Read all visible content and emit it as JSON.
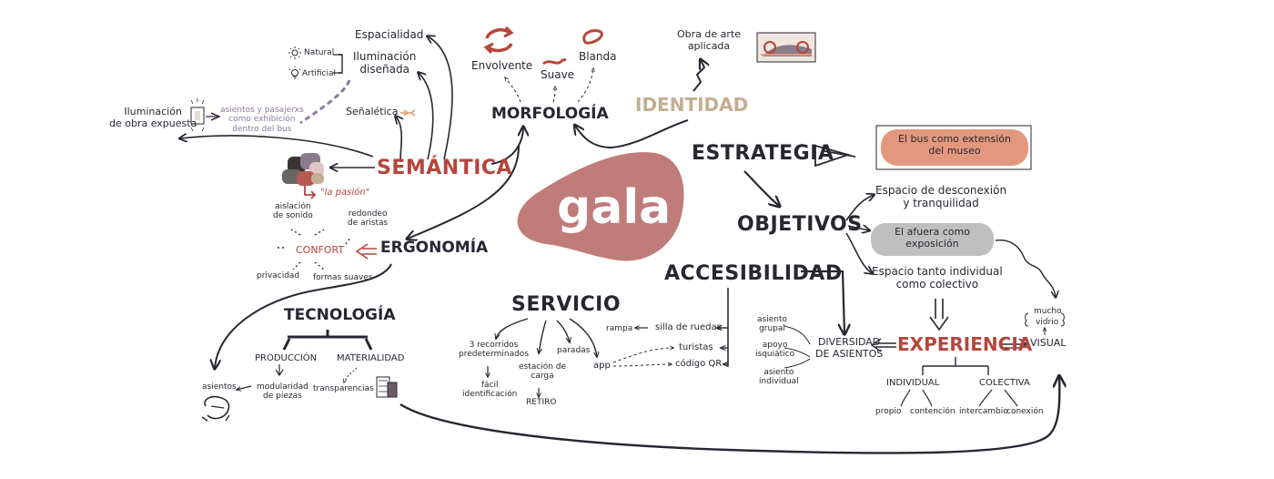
{
  "logo": {
    "text": "gala",
    "color": "#c07c78"
  },
  "colors": {
    "ink": "#2a2630",
    "accent_red": "#b5453b",
    "tan": "#c4ae92",
    "purple": "#8b7aa0",
    "salmon": "#e3987e",
    "grey_pill": "#bfbfbf"
  },
  "semantica": {
    "title": "SEMÁNTICA",
    "espacialidad": "Espacialidad",
    "iluminacion_disenada": [
      "Iluminación",
      "diseñada"
    ],
    "natural": "Natural",
    "artificial": "Artificial",
    "senaletica": "Señalética",
    "iluminacion_obra": [
      "Iluminación",
      "de obra expuesta"
    ],
    "asientos_note": [
      "asientos y pasajerxs",
      "como exhibición",
      "dentro del bus"
    ],
    "pasion": "\"la pasión\""
  },
  "morfologia": {
    "title": "MORFOLOGÍA",
    "envolvente": "Envolvente",
    "suave": "Suave",
    "blanda": "Blanda"
  },
  "identidad": {
    "title": "IDENTIDAD",
    "obra": [
      "Obra de arte",
      "aplicada"
    ]
  },
  "estrategia": {
    "title": "ESTRATEGIA",
    "pill": [
      "El bus como extensión",
      "del museo"
    ]
  },
  "objetivos": {
    "title": "OBJETIVOS",
    "desconexion": [
      "Espacio de desconexión",
      "y tranquilidad"
    ],
    "afuera_pill": [
      "El afuera como",
      "exposición"
    ],
    "individual_colectivo": [
      "Espacio tanto individual",
      "como colectivo"
    ]
  },
  "ergonomia": {
    "title": "ERGONOMÍA",
    "confort": "CONFORT",
    "aislacion": [
      "aislación",
      "de sonido"
    ],
    "redondeo": [
      "redondeo",
      "de aristas"
    ],
    "privacidad": "privacidad",
    "formas": "formas suaves"
  },
  "tecnologia": {
    "title": "TECNOLOGÍA",
    "produccion": "PRODUCCIÓN",
    "materialidad": "MATERIALIDAD",
    "asientos": "asientos",
    "modularidad": [
      "modularidad",
      "de piezas"
    ],
    "transparencias": "transparencias"
  },
  "servicio": {
    "title": "SERVICIO",
    "recorridos": [
      "3 recorridos",
      "predeterminados"
    ],
    "facil": [
      "fácil",
      "identificación"
    ],
    "estacion": [
      "estación de",
      "carga"
    ],
    "retiro": "RETIRO",
    "paradas": "paradas",
    "app": "app",
    "rampa": "rampa"
  },
  "accesibilidad": {
    "title": "ACCESIBILIDAD",
    "silla": "silla de ruedas",
    "turistas": "turistas",
    "codigo": "código QR"
  },
  "diversidad": {
    "title": [
      "DIVERSIDAD",
      "DE ASIENTOS"
    ],
    "grupal": [
      "asiento",
      "grupal"
    ],
    "apoyo": [
      "apoyo",
      "isquiático"
    ],
    "individual": [
      "asiento",
      "individual"
    ]
  },
  "experiencia": {
    "title": "EXPERIENCIA",
    "visual": "VISUAL",
    "mucho": "mucho",
    "vidrio": "vidrio",
    "individual": "INDIVIDUAL",
    "colectiva": "COLECTIVA",
    "propio": "propio",
    "contencion": "contención",
    "intercambio": "intercambio",
    "conexion": "conexión"
  }
}
